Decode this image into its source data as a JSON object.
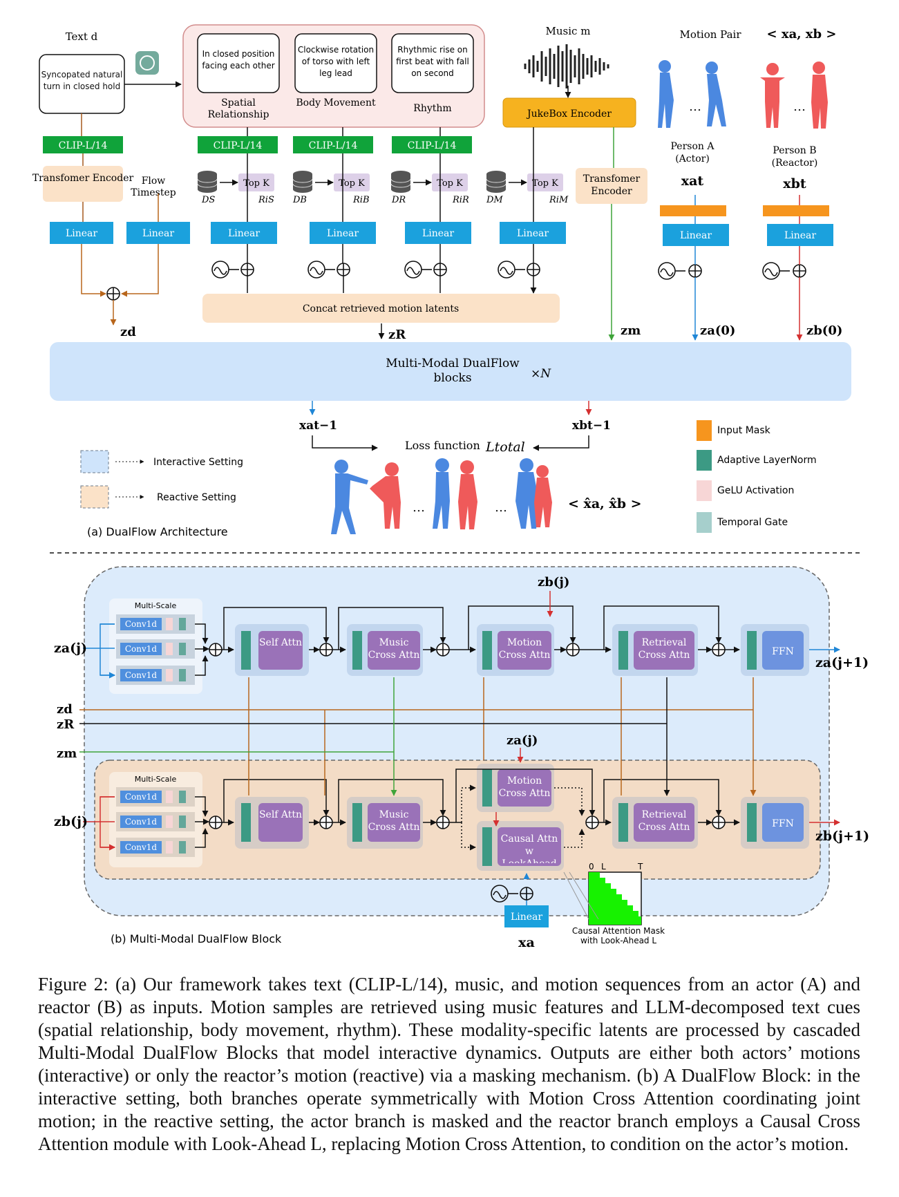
{
  "a": {
    "text_label": "Text d",
    "text_box": "Syncopated natural turn in closed hold",
    "prompts": [
      {
        "text": "In closed position facing each other",
        "label": "Spatial Relationship"
      },
      {
        "text": "Clockwise rotation of torso with left leg lead",
        "label": "Body Movement"
      },
      {
        "text": "Rhythmic rise on first beat with fall on second",
        "label": "Rhythm"
      }
    ],
    "music_label": "Music m",
    "jukebox": "JukeBox Encoder",
    "motion_pair": "Motion Pair",
    "motion_pair_math": "< xa, xb >",
    "person_a": [
      "Person A",
      "(Actor)"
    ],
    "person_b": [
      "Person B",
      "(Reactor)"
    ],
    "xa_t": "xat",
    "xb_t": "xbt",
    "clip": "CLIP-L/14",
    "transformer_encoder": "Transfomer Encoder",
    "flow_timestep": "Flow Timestep",
    "linear": "Linear",
    "topk": "Top K",
    "db_labels": [
      "DS",
      "DB",
      "DR",
      "DM"
    ],
    "ret_labels": [
      "RiS",
      "RiB",
      "RiR",
      "RiM"
    ],
    "concat": "Concat retrieved motion latents",
    "zd": "zd",
    "zr": "zR",
    "zm": "zm",
    "za0": "za(0)",
    "zb0": "zb(0)",
    "dualflow_title": "Multi-Modal DualFlow blocks",
    "times_n": "×N",
    "xa_prev": "xat−1",
    "xb_prev": "xbt−1",
    "loss": "Loss function",
    "loss_symbol": "Ltotal",
    "output_pair": "< x̂a, x̂b >",
    "interactive_setting": "Interactive Setting",
    "reactive_setting": "Reactive Setting",
    "subtitle": "(a) DualFlow Architecture",
    "legend": [
      {
        "label": "Input Mask",
        "color": "#f6951e"
      },
      {
        "label": "Adaptive LayerNorm",
        "color": "#3c9a84"
      },
      {
        "label": "GeLU Activation",
        "color": "#f7d6d6"
      },
      {
        "label": "Temporal Gate",
        "color": "#a6cfcc"
      }
    ]
  },
  "b": {
    "multi_scale": "Multi-Scale",
    "conv": "Conv1d",
    "self_attn": "Self Attn",
    "music_cross_attn": "Music Cross Attn",
    "motion_cross_attn": "Motion Cross Attn",
    "retrieval_cross_attn": "Retrieval Cross Attn",
    "ffn": "FFN",
    "causal_attn": "Causal Attn w LookAhead",
    "za_j": "za(j)",
    "zb_j": "zb(j)",
    "za_next": "za(j+1)",
    "zb_next": "zb(j+1)",
    "zd": "zd",
    "zr": "zR",
    "zm": "zm",
    "mask_caption": "Causal Attention Mask with Look-Ahead L",
    "mask_ticks": [
      "0",
      "L",
      "T"
    ],
    "linear": "Linear",
    "xa": "xa",
    "subtitle": "(b) Multi-Modal DualFlow Block"
  },
  "caption": "Figure 2: (a) Our framework takes text (CLIP-L/14), music, and motion sequences from an actor (A) and reactor (B) as inputs. Motion samples are retrieved using music features and LLM-decomposed text cues (spatial relationship, body movement, rhythm). These modality-specific latents are processed by cascaded Multi-Modal DualFlow Blocks that model interactive dynamics. Outputs are either both actors’ motions (interactive) or only the reactor’s motion (reactive) via a masking mechanism. (b) A DualFlow Block: in the interactive setting, both branches operate symmetrically with Motion Cross Attention coordinating joint motion; in the reactive setting, the actor branch is masked and the reactor branch employs a Causal Cross Attention module with Look-Ahead L, replacing Motion Cross Attention, to condition on the actor’s motion."
}
